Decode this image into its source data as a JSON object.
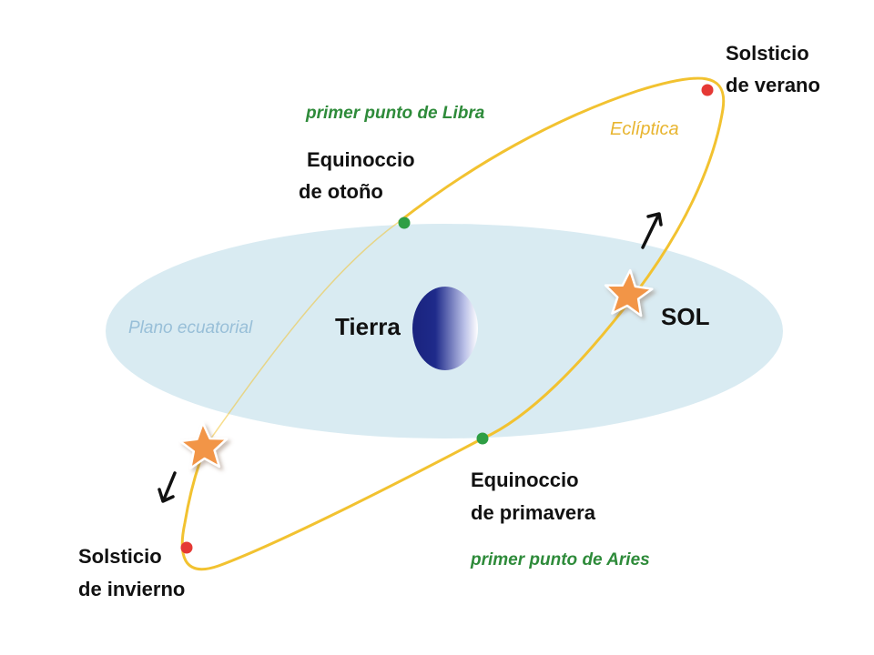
{
  "labels": {
    "solsticio_verano": [
      "Solsticio",
      "de verano"
    ],
    "primer_punto_libra": "primer punto de Libra",
    "ecliptica": "Eclíptica",
    "equinoccio_otono": [
      "Equinoccio",
      "de otoño"
    ],
    "plano_ecuatorial": "Plano ecuatorial",
    "tierra": "Tierra",
    "sol": "SOL",
    "equinoccio_primavera": [
      "Equinoccio",
      "de primavera"
    ],
    "primer_punto_aries": "primer punto de Aries",
    "solsticio_invierno": [
      "Solsticio",
      "de invierno"
    ]
  },
  "colors": {
    "equatorial_plane": "#d9ebf2",
    "ecliptic": "#f2c230",
    "earth_dark": "#1a237e",
    "solstice_point": "#e53935",
    "equinox_point": "#2e9e44",
    "green_text": "#2e8b3a",
    "ecliptic_text": "#e8b530",
    "plane_text": "#98bfd8",
    "star_fill": "#f29546",
    "arrow": "#111111"
  },
  "icons": {
    "sun": "star-icon",
    "sun_winter": "star-icon",
    "motion_arrow": "arrow-icon"
  }
}
